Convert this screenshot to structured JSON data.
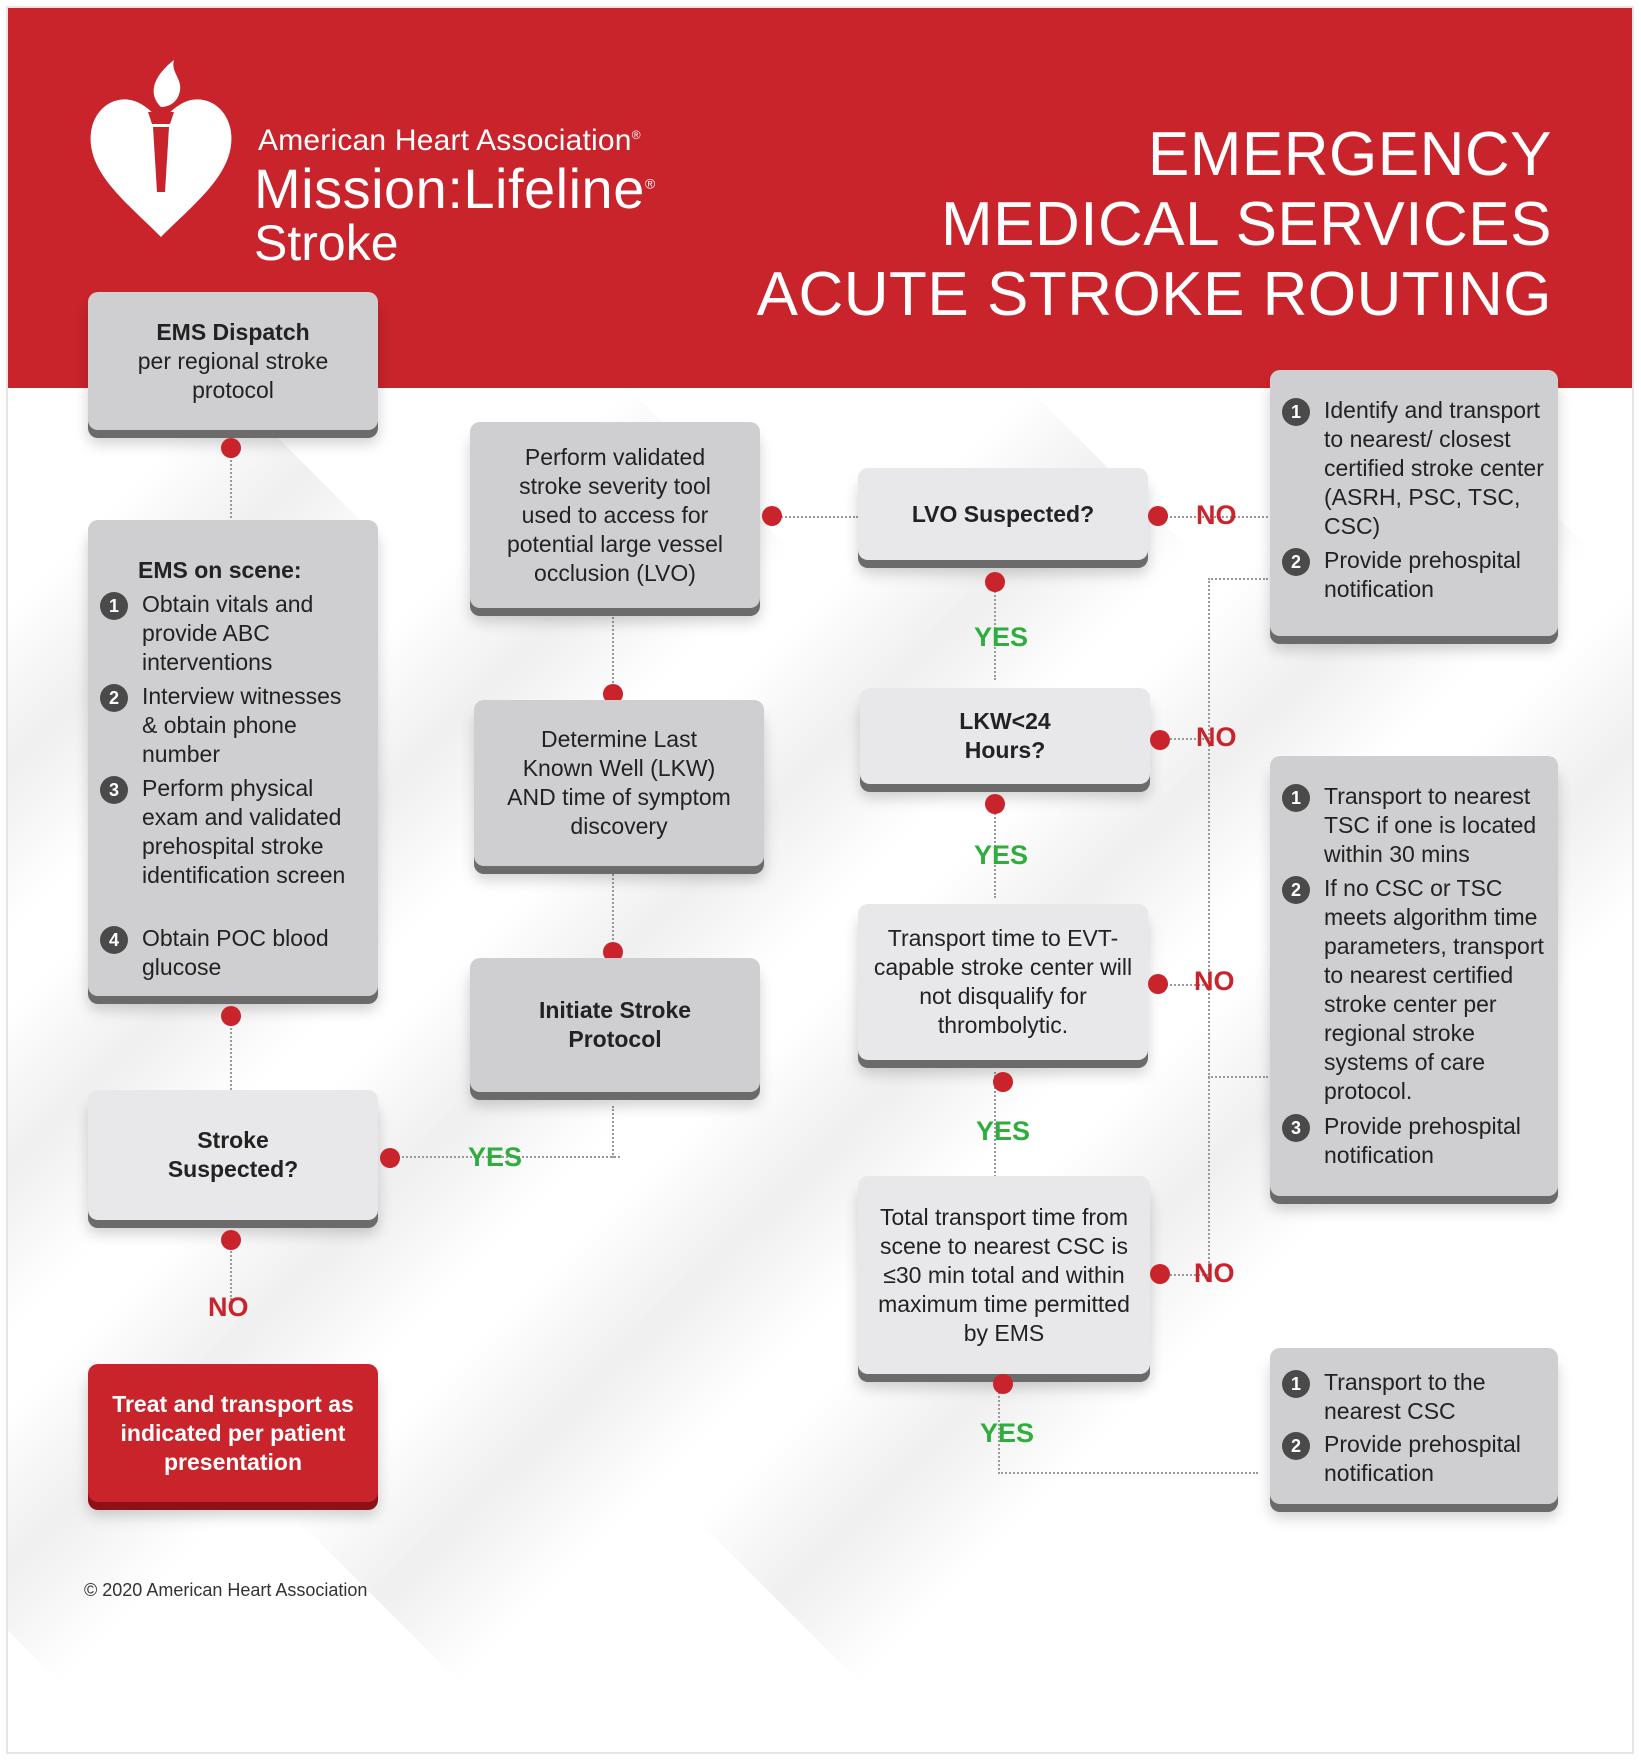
{
  "header": {
    "org_name": "American Heart Association",
    "program_name": "Mission:Lifeline",
    "program_sub": "Stroke",
    "title_lines": [
      "EMERGENCY",
      "MEDICAL SERVICES",
      "ACUTE STROKE ROUTING"
    ]
  },
  "colors": {
    "brand_red": "#c9232b",
    "yes_green": "#2fae3f",
    "box_gray": "#cfcfd1",
    "box_light": "#e8e8ea"
  },
  "boxes": {
    "dispatch": {
      "title": "EMS Dispatch",
      "body": "per regional stroke protocol"
    },
    "on_scene": {
      "title": "EMS on scene:",
      "items": [
        {
          "num": "1",
          "text": "Obtain vitals and provide ABC interventions"
        },
        {
          "num": "2",
          "text": "Interview witnesses & obtain phone number"
        },
        {
          "num": "3",
          "text": "Perform physical exam and validated prehospital stroke identification screen"
        },
        {
          "num": "4",
          "text": "Obtain POC blood glucose"
        }
      ]
    },
    "stroke_suspected": "Stroke Suspected?",
    "treat_transport": "Treat and transport as indicated per patient presentation",
    "severity_tool": "Perform validated stroke severity tool used to access for potential large vessel occlusion (LVO)",
    "determine_lkw": "Determine Last Known Well (LKW) AND time of symptom discovery",
    "initiate_protocol": "Initiate Stroke Protocol",
    "lvo_suspected": "LVO Suspected?",
    "lkw_24": "LKW<24 Hours?",
    "transport_time": "Transport time to EVT-capable stroke center will not disqualify for thrombolytic.",
    "total_transport": "Total transport time from scene to nearest CSC is ≤30 min total and within maximum time permitted by EMS",
    "right_top": {
      "items": [
        {
          "num": "1",
          "text": "Identify and transport to nearest/ closest certified stroke center (ASRH, PSC, TSC, CSC)"
        },
        {
          "num": "2",
          "text": "Provide prehospital notification"
        }
      ]
    },
    "right_mid": {
      "items": [
        {
          "num": "1",
          "text": "Transport to nearest TSC if one is located within 30 mins"
        },
        {
          "num": "2",
          "text": "If no CSC or TSC meets algorithm time parameters, transport to nearest certified stroke center per regional stroke systems of care protocol."
        },
        {
          "num": "3",
          "text": "Provide prehospital notification"
        }
      ]
    },
    "right_bottom": {
      "items": [
        {
          "num": "1",
          "text": "Transport to the nearest CSC"
        },
        {
          "num": "2",
          "text": "Provide prehospital notification"
        }
      ]
    }
  },
  "labels": {
    "yes": "YES",
    "no": "NO"
  },
  "copyright": "© 2020 American Heart Association"
}
